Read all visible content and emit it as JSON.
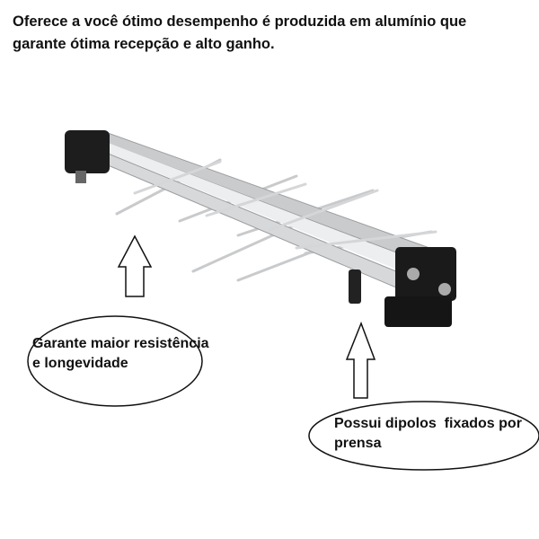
{
  "headline": {
    "line1": "Oferece a você ótimo desempenho é produzida em alumínio que",
    "line2": "garante ótima recepção e alto ganho."
  },
  "callouts": [
    {
      "line1": "Garante maior resistência",
      "line2": "e longevidade"
    },
    {
      "line1": "Possui dipolos  fixados por",
      "line2": "prensa"
    }
  ],
  "product": {
    "name": "antenna-image",
    "colors": {
      "boom": "#c9cbcd",
      "caps": "#1a1a1a",
      "rods": "#d0d2d4"
    }
  }
}
